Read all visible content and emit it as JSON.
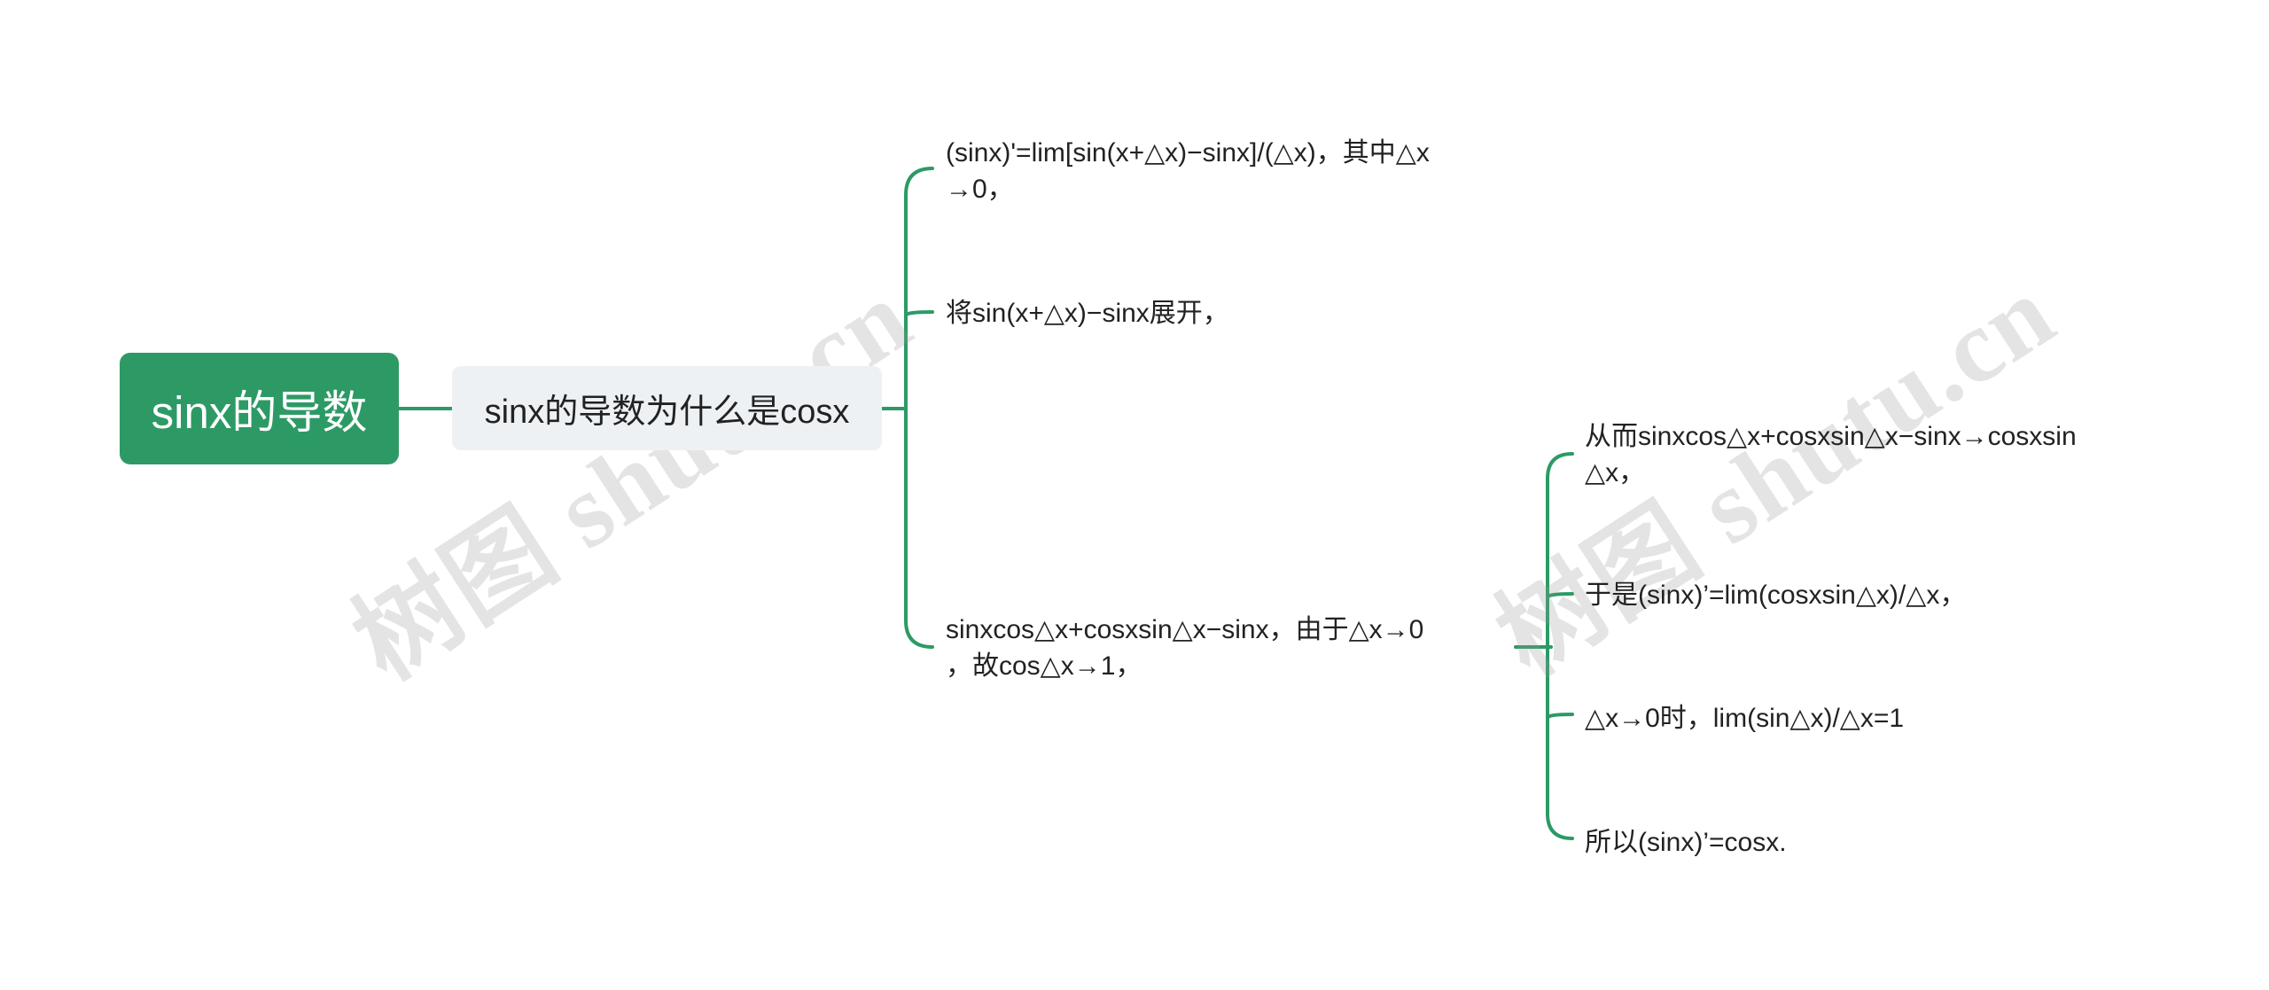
{
  "root": {
    "label": "sinx的导数"
  },
  "main": {
    "label": "sinx的导数为什么是cosx"
  },
  "branches": [
    {
      "line1": "(sinx)'=lim[sin(x+△x)−sinx]/(△x)，其中△x",
      "line2": "→0，"
    },
    {
      "line1": "将sin(x+△x)−sinx展开，"
    },
    {
      "line1": "sinxcos△x+cosxsin△x−sinx，由于△x→0",
      "line2": "，故cos△x→1，"
    }
  ],
  "sub_branches": [
    {
      "line1": "从而sinxcos△x+cosxsin△x−sinx→cosxsin",
      "line2": "△x，"
    },
    {
      "line1": "于是(sinx)’=lim(cosxsin△x)/△x，"
    },
    {
      "line1": "△x→0时，lim(sin△x)/△x=1"
    },
    {
      "line1": "所以(sinx)’=cosx."
    }
  ],
  "watermarks": [
    "树图 shutu.cn",
    "树图 shutu.cn"
  ],
  "colors": {
    "accent": "#2d9a66",
    "main_bg": "#eef1f4",
    "text": "#222222"
  }
}
